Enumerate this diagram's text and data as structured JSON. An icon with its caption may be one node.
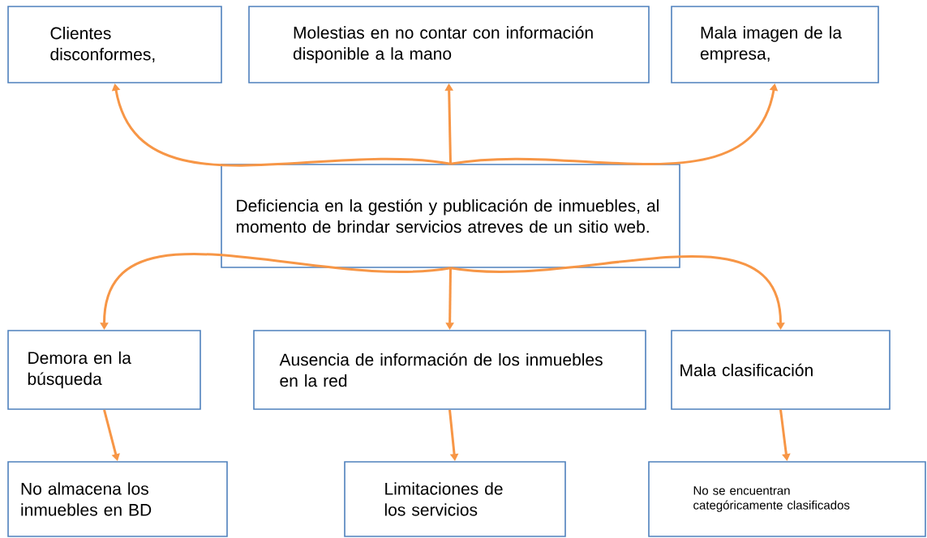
{
  "diagram": {
    "nodes": [
      {
        "text": [
          "Clientes disconformes,"
        ]
      },
      {
        "text": [
          "Molestias en no contar con información disponible a la mano"
        ]
      },
      {
        "text": [
          "Mala imagen de la empresa,"
        ]
      },
      {
        "text": [
          "Deficiencia en la gestión y publicación de inmuebles, al momento de brindar servicios atreves de un sitio web."
        ]
      },
      {
        "text": [
          "Demora en la búsqueda"
        ]
      },
      {
        "text": [
          "Ausencia de información de los inmuebles en la red"
        ]
      },
      {
        "text": [
          "Mala clasificación"
        ]
      },
      {
        "text": [
          "No almacena los inmuebles en BD"
        ]
      },
      {
        "text": [
          "Limitaciones de los servicios"
        ]
      },
      {
        "text": [
          "No se encuentran categóricamente clasificados"
        ]
      }
    ],
    "edges": [
      {
        "from": 3,
        "to": 0,
        "arrow": "to"
      },
      {
        "from": 3,
        "to": 1,
        "arrow": "to"
      },
      {
        "from": 3,
        "to": 2,
        "arrow": "to"
      },
      {
        "from": 3,
        "to": 4,
        "arrow": "to"
      },
      {
        "from": 3,
        "to": 5,
        "arrow": "to"
      },
      {
        "from": 3,
        "to": 6,
        "arrow": "to"
      },
      {
        "from": 4,
        "to": 7,
        "arrow": "to"
      },
      {
        "from": 5,
        "to": 8,
        "arrow": "to"
      },
      {
        "from": 6,
        "to": 9,
        "arrow": "to"
      }
    ]
  }
}
